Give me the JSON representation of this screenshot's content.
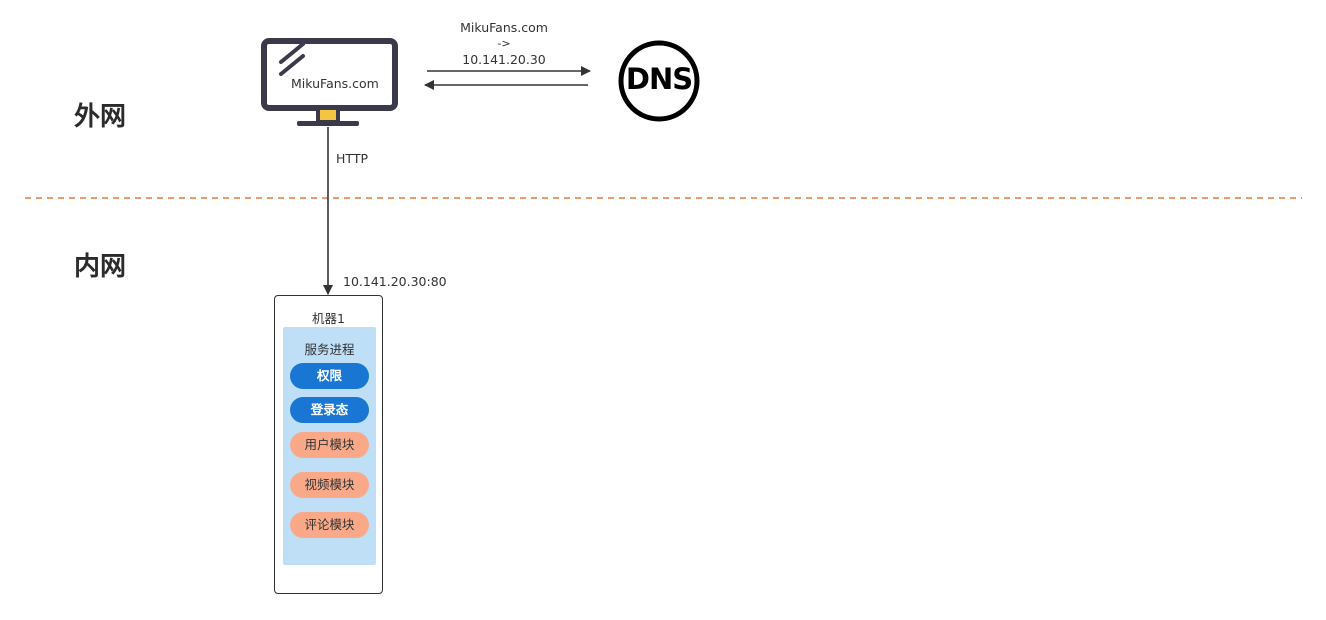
{
  "zones": {
    "external": "外网",
    "internal": "内网"
  },
  "client": {
    "screen_text": "MikuFans.com",
    "icon": "monitor-icon"
  },
  "dns": {
    "icon": "dns-icon",
    "label": "DNS",
    "request_line1": "MikuFans.com",
    "request_line2": "->",
    "request_line3": "10.141.20.30"
  },
  "http": {
    "label": "HTTP",
    "target": "10.141.20.30:80"
  },
  "machine": {
    "title": "机器1",
    "process": {
      "title": "服务进程",
      "modules": [
        {
          "label": "权限",
          "kind": "blue"
        },
        {
          "label": "登录态",
          "kind": "blue"
        },
        {
          "label": "用户模块",
          "kind": "salmon"
        },
        {
          "label": "视频模块",
          "kind": "salmon"
        },
        {
          "label": "评论模块",
          "kind": "salmon"
        }
      ]
    }
  },
  "colors": {
    "divider": "#e07a3c",
    "blue_pill": "#1976d2",
    "salmon_pill": "#f9a988",
    "process_bg": "#bfdff7",
    "monitor_frame": "#3a3a4a",
    "monitor_stand_accent": "#f5c542"
  }
}
